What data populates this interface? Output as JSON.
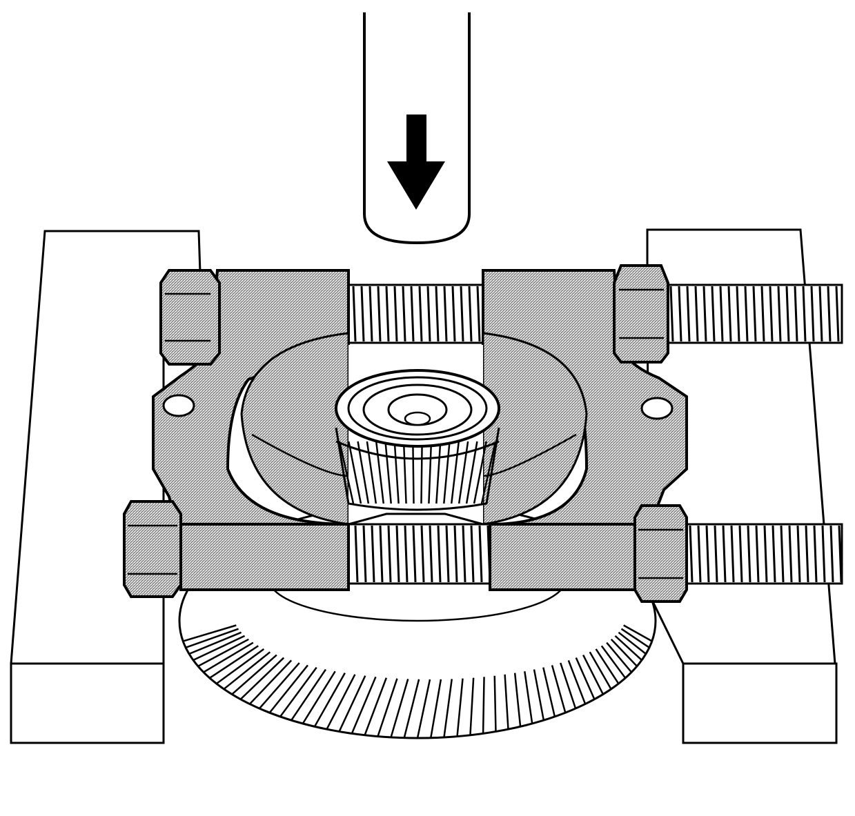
{
  "diagram": {
    "subject": "bearing-press-removal",
    "labels": [],
    "colors": {
      "ink": "#000000",
      "paper": "#ffffff",
      "hatch_fill": "#d9d9d9"
    },
    "components": [
      {
        "id": "press-ram",
        "icon": "press-ram-icon"
      },
      {
        "id": "press-direction-arrow",
        "icon": "down-arrow-icon"
      },
      {
        "id": "bearing-separator-plate-left",
        "icon": "separator-plate-icon"
      },
      {
        "id": "bearing-separator-plate-right",
        "icon": "separator-plate-icon"
      },
      {
        "id": "threaded-rod-upper",
        "icon": "threaded-rod-icon"
      },
      {
        "id": "threaded-rod-lower",
        "icon": "threaded-rod-icon"
      },
      {
        "id": "hex-nut",
        "icon": "hex-nut-icon"
      },
      {
        "id": "tapered-roller-bearing",
        "icon": "bearing-icon"
      },
      {
        "id": "helical-gear",
        "icon": "gear-icon"
      },
      {
        "id": "support-block-left",
        "icon": "support-block-icon"
      },
      {
        "id": "support-block-right",
        "icon": "support-block-icon"
      }
    ]
  }
}
